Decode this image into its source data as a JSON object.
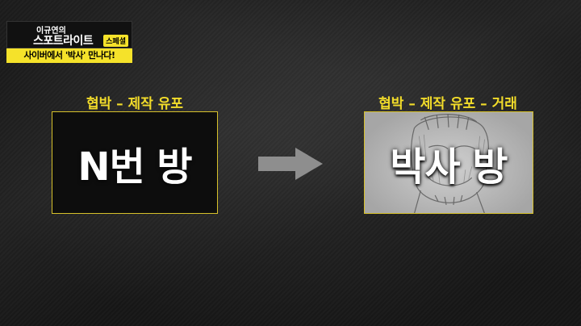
{
  "logo": {
    "line1": "이규연의",
    "line2": "스포트라이트",
    "badge": "스페셜",
    "subtitle": "사이버에서 '박사' 만나다!"
  },
  "left": {
    "heading": "협박 – 제작 유포",
    "box_text": "N번 방"
  },
  "right": {
    "heading": "협박 – 제작 유포 – 거래",
    "box_text": "박사 방"
  },
  "colors": {
    "accent": "#f2dc2a",
    "background": "#161616"
  }
}
